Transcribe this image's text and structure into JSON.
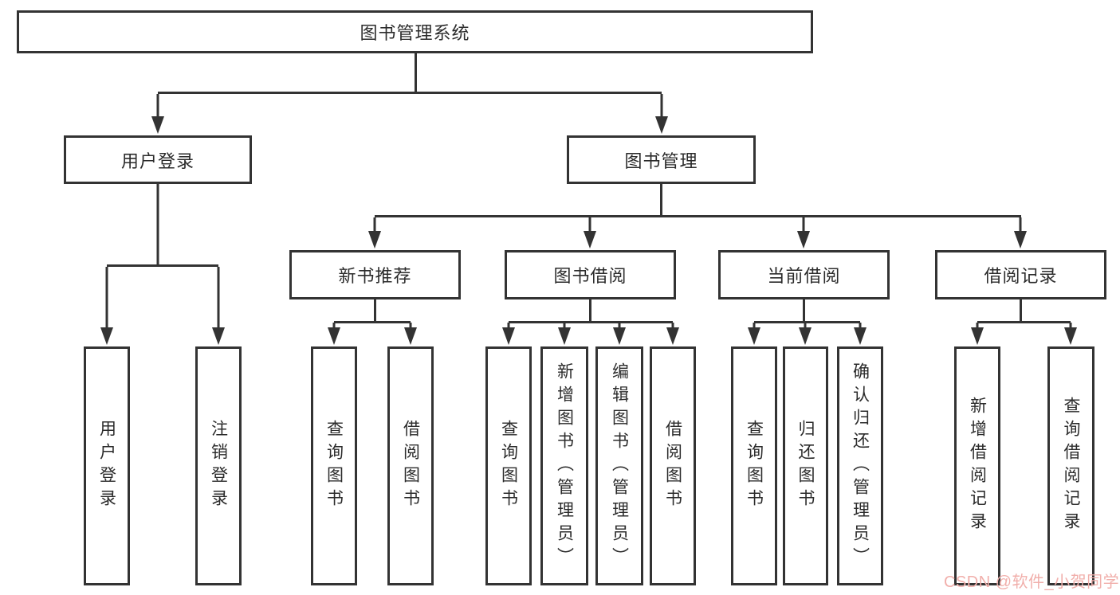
{
  "diagram": {
    "title": "图书管理系统",
    "level1": {
      "user_login": "用户登录",
      "book_management": "图书管理"
    },
    "level2": {
      "new_book": "新书推荐",
      "borrow": "图书借阅",
      "current": "当前借阅",
      "records": "借阅记录"
    },
    "leaves": {
      "user_login": [
        "用户登录",
        "注销登录"
      ],
      "new_book": [
        "查询图书",
        "借阅图书"
      ],
      "borrow": [
        "查询图书",
        "新增图书（管理员）",
        "编辑图书（管理员）",
        "借阅图书"
      ],
      "current": [
        "查询图书",
        "归还图书",
        "确认归还（管理员）"
      ],
      "records": [
        "新增借阅记录",
        "查询借阅记录"
      ]
    },
    "colors": {
      "line": "#333333",
      "text": "#2b2b2b",
      "background": "#ffffff",
      "watermark": "#f1afab"
    },
    "watermark": "CSDN @软件_小贺同学"
  }
}
